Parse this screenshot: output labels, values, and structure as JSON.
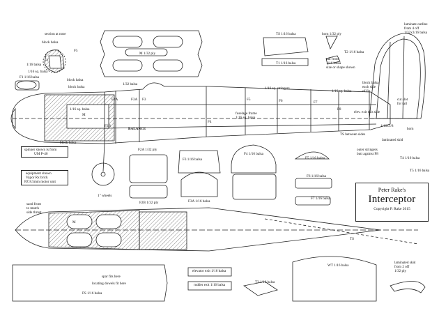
{
  "title_block": {
    "line1": "Peter Rake's",
    "name": "Interceptor",
    "copyright": "Copyright P. Rake 2015"
  },
  "info_boxes": {
    "spinner": [
      "spinner shown is from",
      "UM P-40"
    ],
    "equipment": [
      "equipment shown",
      "Vapor Rx brick",
      "PZ 8.5mm motor unit"
    ]
  },
  "labels": {
    "section_at_nose": "section at nose",
    "block_balsa": "block balsa",
    "f5_small": "F5",
    "f1": "F1",
    "sixteenth_balsa": "1/16 balsa",
    "sq_balsa": "1/16 sq. balsa",
    "f1_1_16": "F1 1/16 balsa",
    "m_ply": "M 1/32 ply",
    "ts_balsa": "TS 1/16 balsa",
    "t1_balsa": "T1 1/16 balsa",
    "horn_ply": "horn 1/32 ply",
    "t2_balsa": "T2 1/16 balsa",
    "tail_from": [
      "tail from",
      "1/16 balsa",
      "size or shape shown"
    ],
    "laminate_outline": [
      "laminate outline",
      "from 4 off",
      "1/32x3/16 balsa"
    ],
    "block_balsa_2": "block balsa",
    "block_balsa_3": "block balsa",
    "cockpit_32": "1/32 balsa",
    "f2a": "F2A",
    "f3a": "F3A",
    "f3": "F3",
    "sq_balsa_2": "1/16 sq. balsa",
    "m": "M",
    "f2b": "F2B",
    "balance": "BALANCE",
    "sq_stringers": "1/16 sq. stringers",
    "sq_balsa_3": "1/16 sq. balsa",
    "f4": "F4",
    "f5": "F5",
    "f6": "F6",
    "f7": "F7",
    "f8": "F8",
    "fuselage_frame": [
      "fuselage frame",
      "1/16 sq. balsa"
    ],
    "block_balsa_each": [
      "block balsa",
      "each side",
      "of fin"
    ],
    "elev_exit": "elev. exit this side",
    "cut_slot": [
      "cut slot",
      "for tail"
    ],
    "horn_label": "horn",
    "t_dim": "1/16x1/8",
    "ts_between": "TS between sides",
    "laminated_skid": "laminated skid",
    "block_balsa_4": "block balsa",
    "f2a_ply": "F2A 1/32 ply",
    "f2b_ply": "F2B 1/32 ply",
    "wheels": "1\" wheels",
    "f3_balsa": "F3 1/16 balsa",
    "f3a_balsa": "F3A 1/16 balsa",
    "f4_balsa": "F4 1/16 balsa",
    "f5_balsa": "F5 1/16 balsa",
    "f6_balsa": "F6 1/16 balsa",
    "f7_balsa": "F7 1/16 balsa",
    "outer_stringers": [
      "outer stringers",
      "butt against F8"
    ],
    "t4_balsa": "T4 1/16 balsa",
    "t5_balsa": "T5 1/16 balsa",
    "sand_front": [
      "sand front",
      "to match",
      "side thrust"
    ],
    "m_plan": "M",
    "ts_plan": "TS",
    "spar_fits": "spar fits here",
    "locating_dowels": "locating dowels fit here",
    "fs_balsa": "FS 1/16 balsa",
    "elevator_exit": "elevator exit 1/16 balsa",
    "rudder_exit": "rudder exit 1/16 balsa",
    "t3_balsa": "T3 1/16 balsa",
    "wt_balsa": "WT 1/16 balsa",
    "laminated_skid_2": [
      "laminated skid",
      "from 2 off",
      "1/32 ply"
    ]
  }
}
